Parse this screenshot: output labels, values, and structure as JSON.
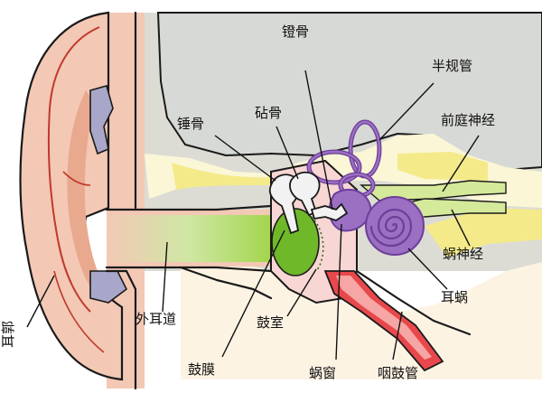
{
  "labels": {
    "stapes": "镫骨",
    "semicircular_canals": "半规管",
    "incus": "砧骨",
    "malleus": "锤骨",
    "vestibular_nerve": "前庭神经",
    "cochlear_nerve": "蜗神经",
    "cochlea": "耳蜗",
    "ear_canal": "外耳道",
    "tympanic_cavity": "鼓室",
    "eardrum": "鼓膜",
    "round_window": "蜗窗",
    "eustachian_tube": "咽鼓管",
    "auricle": "耳郭"
  },
  "colors": {
    "skin": "#f3c8b5",
    "skin_dark": "#e8a98f",
    "skin_line": "#c0392b",
    "bone": "#dcdcd4",
    "bone_light": "#fbf6d6",
    "yellow": "#f4ea8a",
    "canal_green": "#9ad23c",
    "eardrum_green": "#6fb82a",
    "middle_pink": "#f7d6d4",
    "tube_red": "#e8484b",
    "tube_pink": "#f6a6a4",
    "labyrinth": "#9b6fc2",
    "labyrinth_dark": "#6d3f9a",
    "ossicle": "#f2f2f2",
    "nerve_green": "#d5e99a",
    "cartilage_blue": "#a9a7c9"
  }
}
